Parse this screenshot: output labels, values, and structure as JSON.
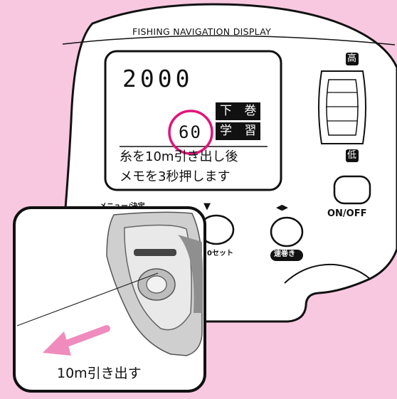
{
  "device": {
    "title": "FISHING NAVIGATION DISPLAY",
    "screen": {
      "depth": "2000",
      "value": "60",
      "label_top": "下 巻",
      "label_bottom": "学 習",
      "instruction_line1": "糸を10m引き出し後",
      "instruction_line2": "メモを3秒押します"
    },
    "dial_labels": {
      "high": "高",
      "low": "低"
    },
    "buttons": {
      "menu_label": "メニュー/決定",
      "zero_label": "0セット",
      "zero_symbol": "▼",
      "speed_label": "速巻き",
      "speed_symbol": "◀▶",
      "power_label": "ON/OFF"
    }
  },
  "inset": {
    "caption": "10m引き出す"
  },
  "colors": {
    "background": "#f8c8e0",
    "highlight_circle": "#e0147a",
    "arrow": "#ef8bbd",
    "screen_dark": "#111111"
  }
}
